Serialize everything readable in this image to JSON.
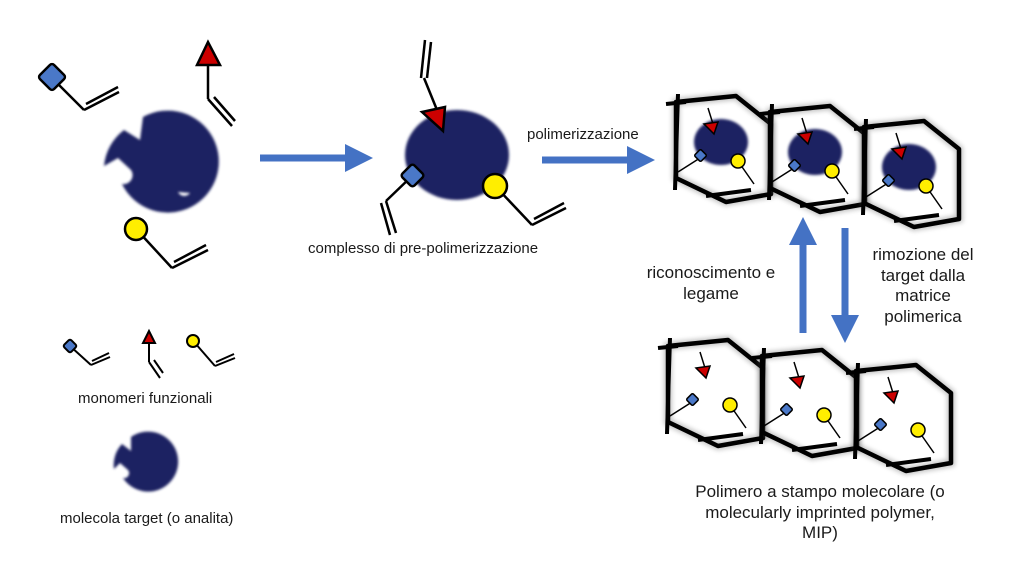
{
  "colors": {
    "target": "#1f2462",
    "monomer_square": "#4a78c8",
    "monomer_triangle": "#cc0000",
    "monomer_circle": "#ffee00",
    "arrow": "#4472c4",
    "matrix": "#000000",
    "text": "#1a1a1a"
  },
  "labels": {
    "complex": "complesso di pre-polimerizzazione",
    "polymerization": "polimerizzazione",
    "recognition_line1": "riconoscimento e",
    "recognition_line2": "legame",
    "removal_line1": "rimozione del",
    "removal_line2": "target dalla",
    "removal_line3": "matrice",
    "removal_line4": "polimerica",
    "monomers": "monomeri funzionali",
    "target_molecule": "molecola target (o analita)",
    "mip_line1": "Polimero a stampo molecolare (o",
    "mip_line2": "molecularly imprinted polymer,",
    "mip_line3": "MIP)"
  },
  "legend": [
    {
      "icon": "square-monomer",
      "meaning": "monomeri funzionali"
    },
    {
      "icon": "target-molecule",
      "meaning": "molecola target (o analita)"
    }
  ],
  "stages": [
    "monomers-and-target",
    "pre-polymerization-complex",
    "imprinted-polymer-with-target",
    "imprinted-polymer-empty"
  ]
}
